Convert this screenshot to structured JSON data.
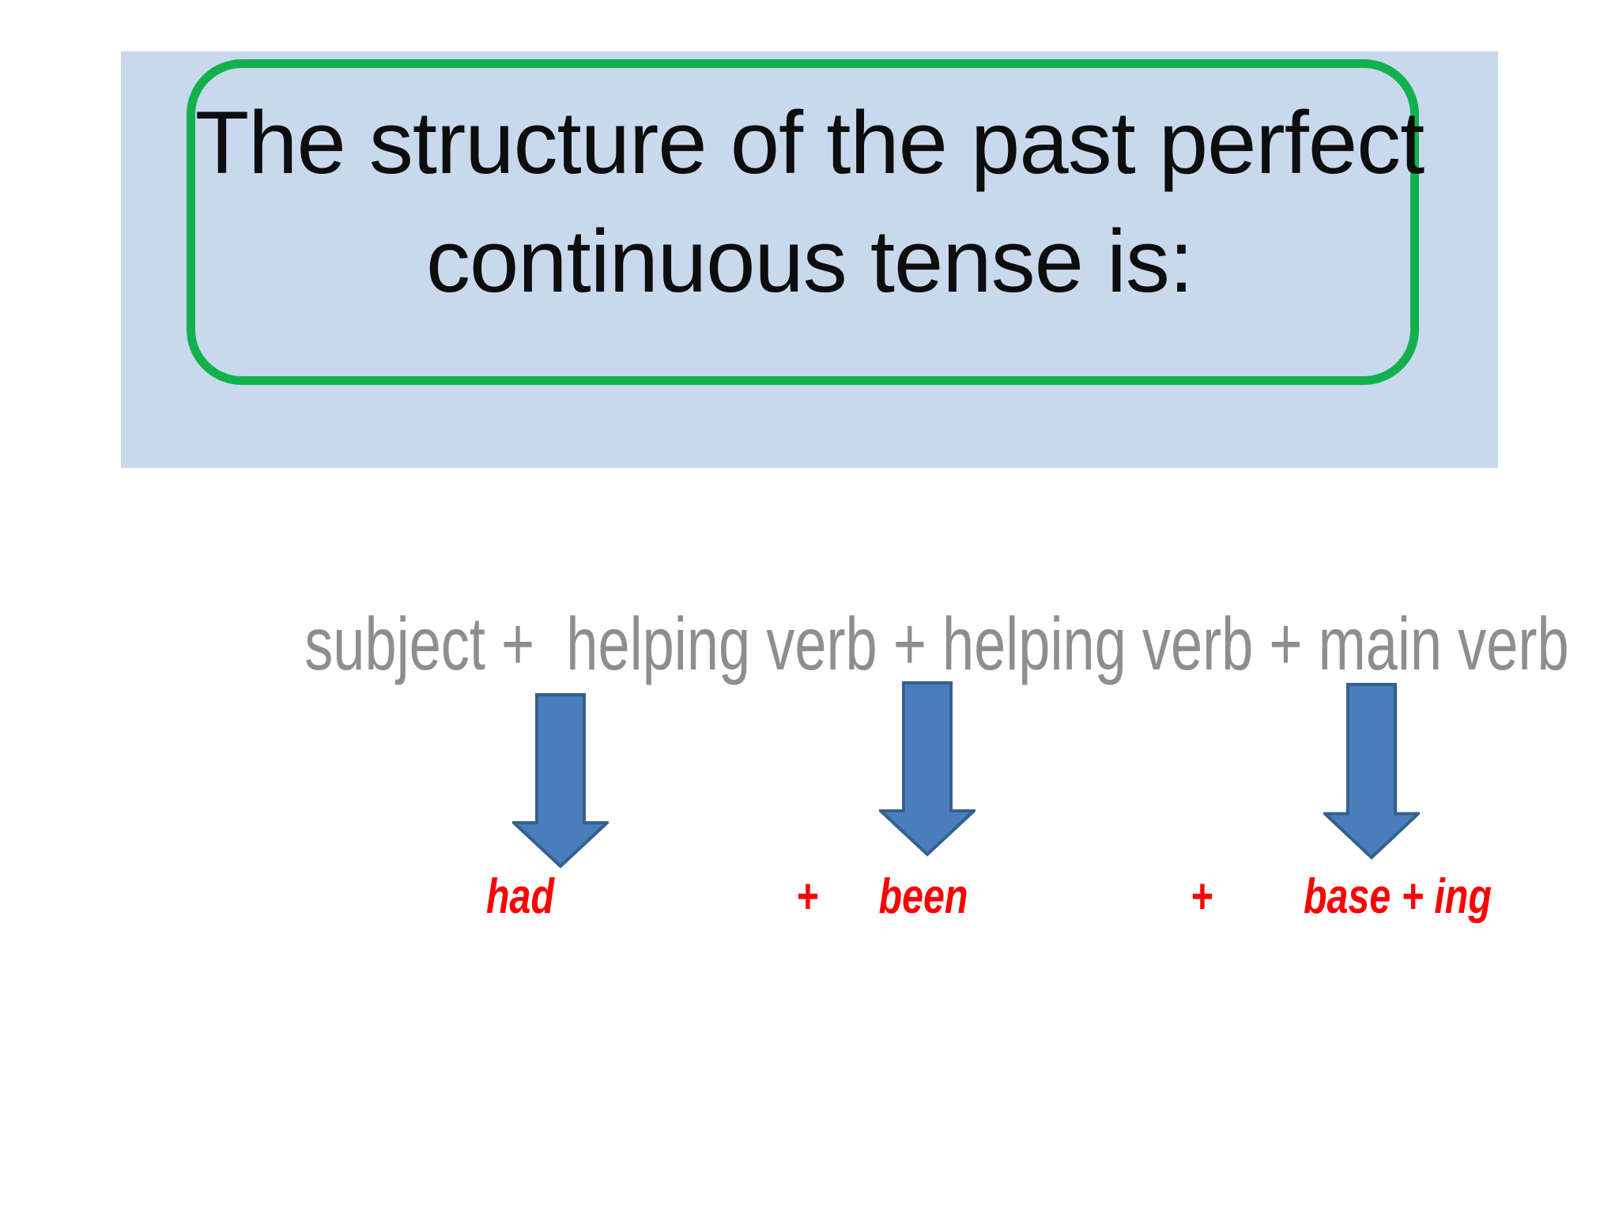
{
  "slide": {
    "title": {
      "line1": "The structure of the past perfect",
      "line2": "continuous tense is:"
    },
    "formula": {
      "text": "subject +  helping verb + helping verb + main verb"
    },
    "arrows": [
      {
        "icon": "down-arrow-icon"
      },
      {
        "icon": "down-arrow-icon"
      },
      {
        "icon": "down-arrow-icon"
      }
    ],
    "mapping": {
      "item1": "had",
      "plus1": "+",
      "item2": "been",
      "plus2": "+",
      "item3": "base + ing"
    }
  },
  "colors": {
    "panel_blue": "#c8d9ee",
    "outline_green": "#12b14e",
    "arrow_fill": "#4a7dbb",
    "arrow_stroke": "#35608f",
    "text_gray": "#8e8e8e",
    "text_red": "#fe0000",
    "text_black": "#0d0d0d"
  }
}
